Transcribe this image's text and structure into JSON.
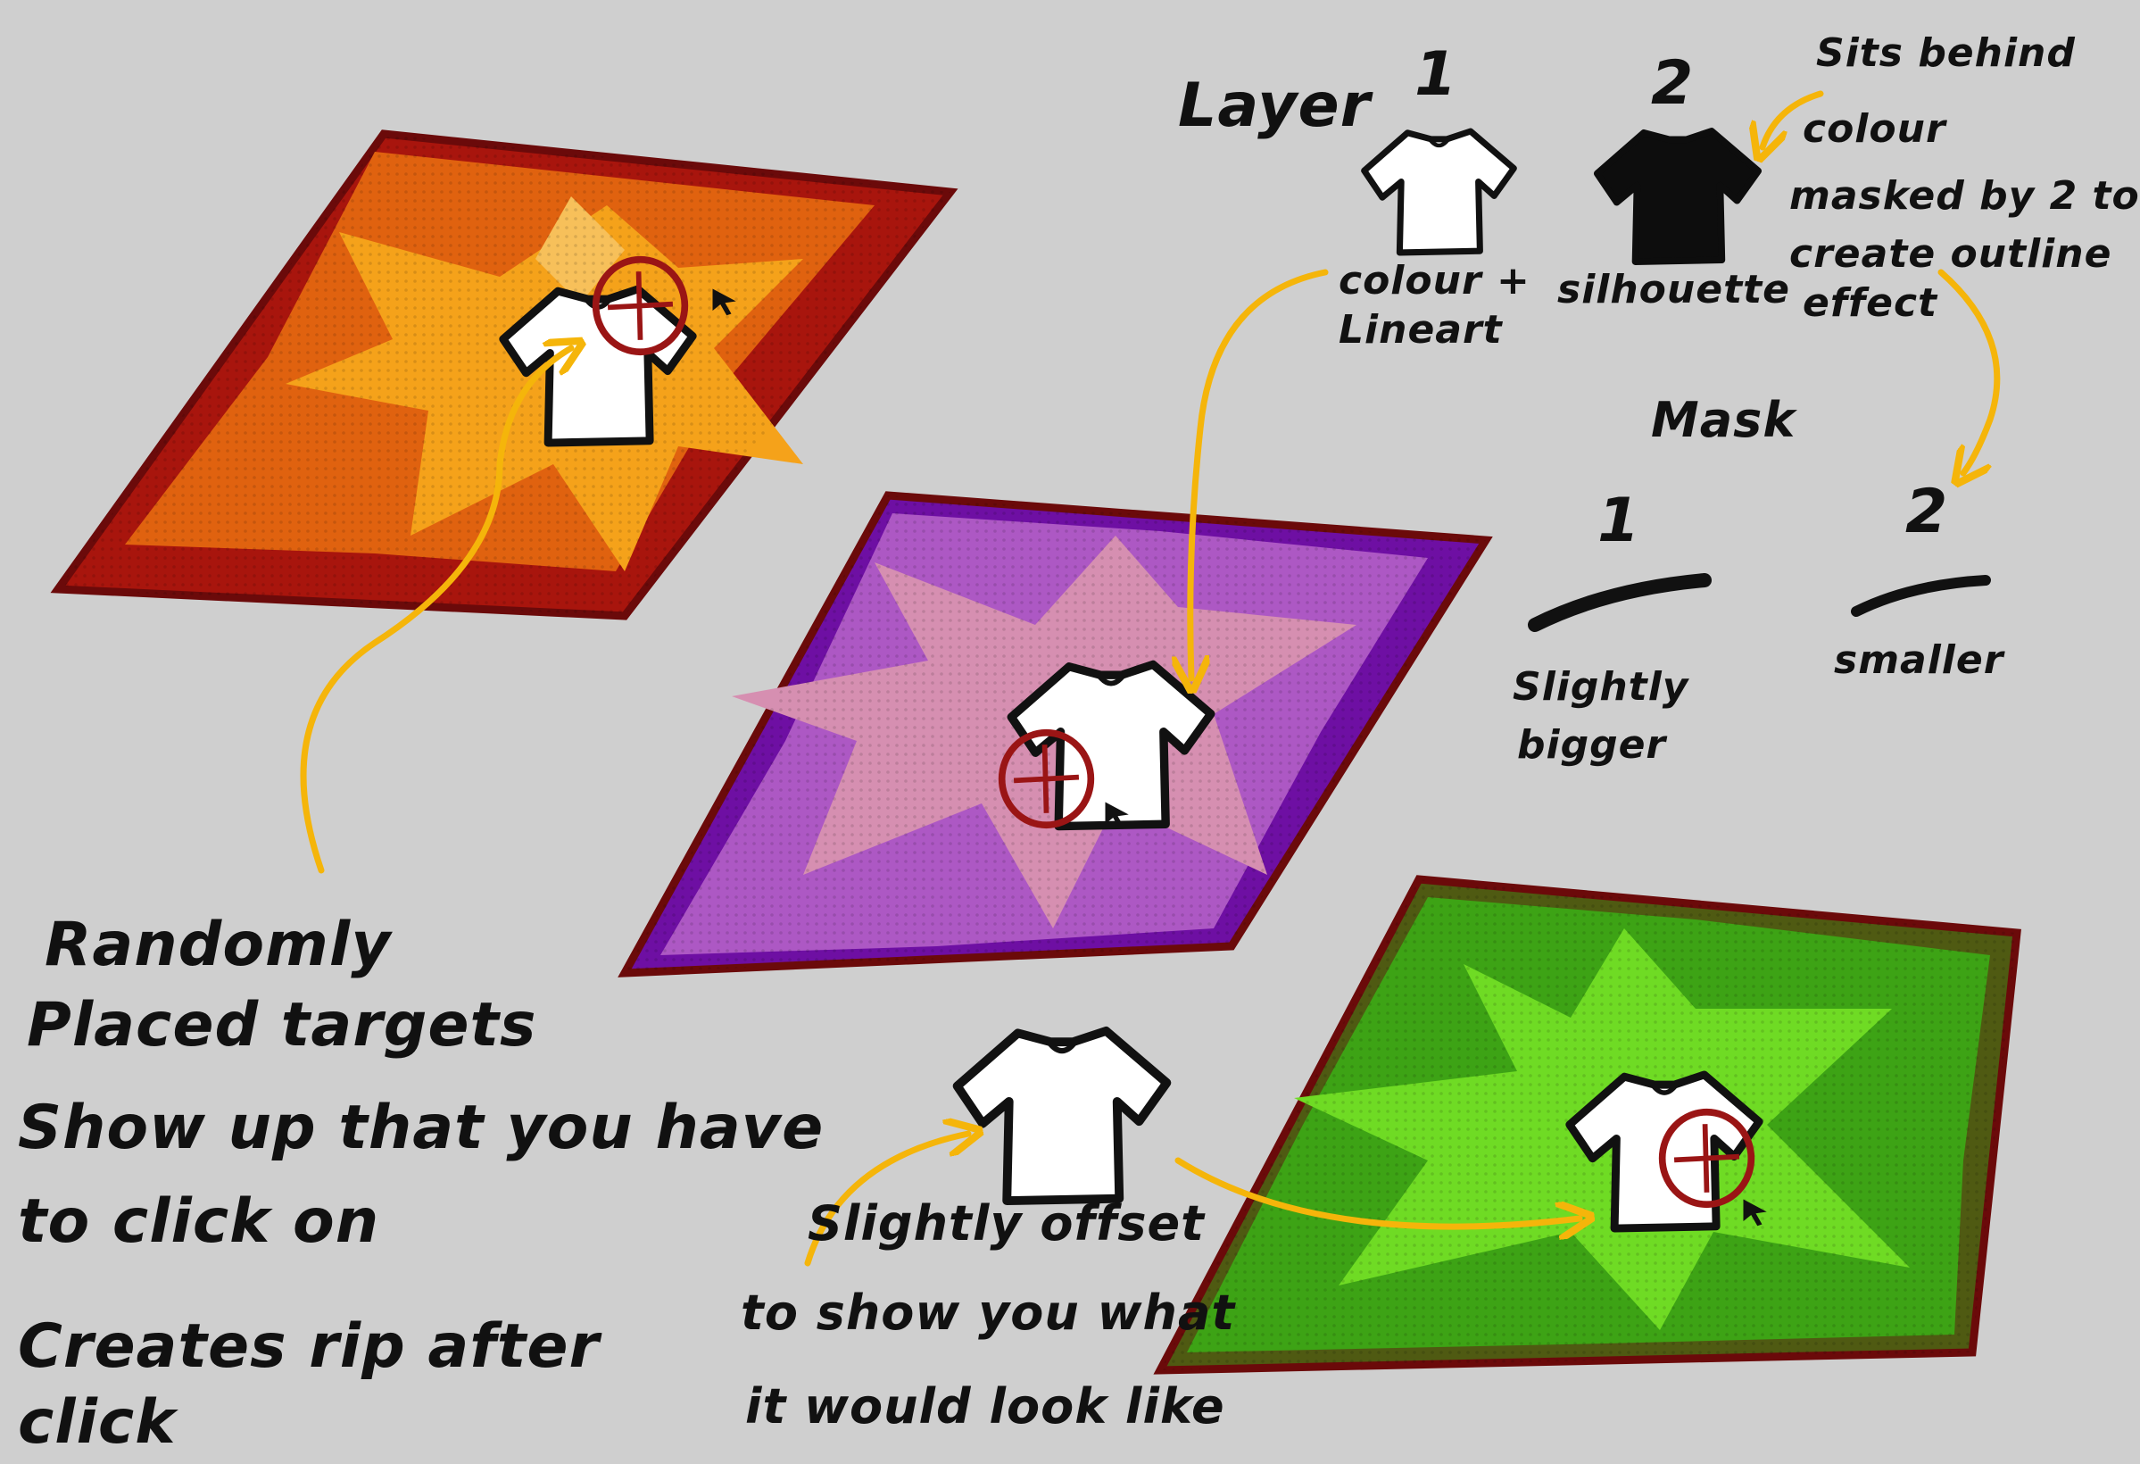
{
  "labels": {
    "layer": "Layer",
    "layer_1": "1",
    "layer_2": "2",
    "layer_1_caption_line1": "colour +",
    "layer_1_caption_line2": "Lineart",
    "layer_2_caption": "silhouette",
    "sits_behind_line1": "Sits behind",
    "sits_behind_line2": "colour",
    "masked_line1": "masked by 2 to",
    "masked_line2": "create outline",
    "masked_line3": "effect",
    "mask": "Mask",
    "mask_1": "1",
    "mask_2": "2",
    "mask_1_caption_line1": "Slightly",
    "mask_1_caption_line2": "bigger",
    "mask_2_caption": "smaller",
    "random_line1": "Randomly",
    "random_line2": "Placed targets",
    "show_up_line1": "Show up that you have",
    "show_up_line2": "to click on",
    "rip_line1": "Creates rip after",
    "rip_line2": "click",
    "offset_line1": "Slightly offset",
    "offset_line2": "to show you what",
    "offset_line3": "it would look like"
  },
  "colors": {
    "background": "#cfcfcf",
    "arrow": "#f5b50a",
    "target": "#9a1515",
    "tile_border": "#6b0a0a",
    "tile_red": [
      "#a8150d",
      "#e0620f",
      "#f5a21a"
    ],
    "tile_purple": [
      "#6e0fa3",
      "#ad58c4",
      "#d68fb1"
    ],
    "tile_green": [
      "#4f5a12",
      "#3da315",
      "#6fdb24"
    ]
  },
  "icons": [
    "tshirt-icon",
    "target-reticle-icon",
    "cursor-icon",
    "arrow-icon"
  ]
}
